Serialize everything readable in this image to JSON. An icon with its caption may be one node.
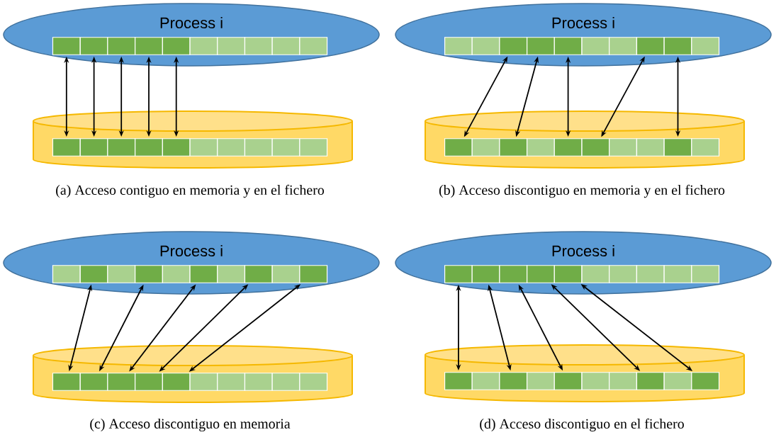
{
  "diagram": {
    "nodes": [
      {
        "text": [
          "Process i"
        ]
      },
      {
        "text": [],
        "shape": "box",
        "in": 0
      },
      {
        "text": [],
        "shape": "box",
        "in": 0
      },
      {
        "text": [],
        "shape": "box",
        "in": 0
      },
      {
        "text": [],
        "shape": "box",
        "in": 0
      },
      {
        "text": [],
        "shape": "box",
        "in": 0
      },
      {
        "text": [],
        "shape": "box",
        "in": 0
      },
      {
        "text": [],
        "shape": "box",
        "in": 0
      },
      {
        "text": [],
        "shape": "box",
        "in": 0
      },
      {
        "text": [],
        "shape": "box",
        "in": 0
      },
      {
        "text": [],
        "shape": "box",
        "in": 0
      },
      {
        "text": [],
        "shape": "cylinder"
      },
      {
        "text": [],
        "shape": "box",
        "in": 11
      },
      {
        "text": [],
        "shape": "box",
        "in": 11
      },
      {
        "text": [],
        "shape": "box",
        "in": 11
      },
      {
        "text": [],
        "shape": "box",
        "in": 11
      },
      {
        "text": [],
        "shape": "box",
        "in": 11
      },
      {
        "text": [],
        "shape": "box",
        "in": 11
      },
      {
        "text": [],
        "shape": "box",
        "in": 11
      },
      {
        "text": [],
        "shape": "box",
        "in": 11
      },
      {
        "text": [],
        "shape": "box",
        "in": 11
      },
      {
        "text": [],
        "shape": "box",
        "in": 11
      },
      {
        "text": [
          "Process i"
        ]
      },
      {
        "text": [],
        "shape": "box",
        "in": 22
      },
      {
        "text": [],
        "shape": "box",
        "in": 22
      },
      {
        "text": [],
        "shape": "box",
        "in": 22
      },
      {
        "text": [],
        "shape": "box",
        "in": 22
      },
      {
        "text": [],
        "shape": "box",
        "in": 22
      },
      {
        "text": [],
        "shape": "box",
        "in": 22
      },
      {
        "text": [],
        "shape": "box",
        "in": 22
      },
      {
        "text": [],
        "shape": "box",
        "in": 22
      },
      {
        "text": [],
        "shape": "box",
        "in": 22
      },
      {
        "text": [],
        "shape": "box",
        "in": 22
      },
      {
        "text": [],
        "shape": "cylinder"
      },
      {
        "text": [],
        "shape": "box",
        "in": 33
      },
      {
        "text": [],
        "shape": "box",
        "in": 33
      },
      {
        "text": [],
        "shape": "box",
        "in": 33
      },
      {
        "text": [],
        "shape": "box",
        "in": 33
      },
      {
        "text": [],
        "shape": "box",
        "in": 33
      },
      {
        "text": [],
        "shape": "box",
        "in": 33
      },
      {
        "text": [],
        "shape": "box",
        "in": 33
      },
      {
        "text": [],
        "shape": "box",
        "in": 33
      },
      {
        "text": [],
        "shape": "box",
        "in": 33
      },
      {
        "text": [],
        "shape": "box",
        "in": 33
      },
      {
        "text": [
          "Process i"
        ]
      },
      {
        "text": [],
        "shape": "box",
        "in": 44
      },
      {
        "text": [],
        "shape": "box",
        "in": 44
      },
      {
        "text": [],
        "shape": "box",
        "in": 44
      },
      {
        "text": [],
        "shape": "box",
        "in": 44
      },
      {
        "text": [],
        "shape": "box",
        "in": 44
      },
      {
        "text": [],
        "shape": "box",
        "in": 44
      },
      {
        "text": [],
        "shape": "box",
        "in": 44
      },
      {
        "text": [],
        "shape": "box",
        "in": 44
      },
      {
        "text": [],
        "shape": "box",
        "in": 44
      },
      {
        "text": [],
        "shape": "box",
        "in": 44
      },
      {
        "text": [],
        "shape": "cylinder"
      },
      {
        "text": [],
        "shape": "box",
        "in": 55
      },
      {
        "text": [],
        "shape": "box",
        "in": 55
      },
      {
        "text": [],
        "shape": "box",
        "in": 55
      },
      {
        "text": [],
        "shape": "box",
        "in": 55
      },
      {
        "text": [],
        "shape": "box",
        "in": 55
      },
      {
        "text": [],
        "shape": "box",
        "in": 55
      },
      {
        "text": [],
        "shape": "box",
        "in": 55
      },
      {
        "text": [],
        "shape": "box",
        "in": 55
      },
      {
        "text": [],
        "shape": "box",
        "in": 55
      },
      {
        "text": [],
        "shape": "box",
        "in": 55
      },
      {
        "text": [
          "Process i"
        ]
      },
      {
        "text": [],
        "shape": "box",
        "in": 66
      },
      {
        "text": [],
        "shape": "box",
        "in": 66
      },
      {
        "text": [],
        "shape": "box",
        "in": 66
      },
      {
        "text": [],
        "shape": "box",
        "in": 66
      },
      {
        "text": [],
        "shape": "box",
        "in": 66
      },
      {
        "text": [],
        "shape": "box",
        "in": 66
      },
      {
        "text": [],
        "shape": "box",
        "in": 66
      },
      {
        "text": [],
        "shape": "box",
        "in": 66
      },
      {
        "text": [],
        "shape": "box",
        "in": 66
      },
      {
        "text": [],
        "shape": "box",
        "in": 66
      },
      {
        "text": [],
        "shape": "cylinder"
      },
      {
        "text": [],
        "shape": "box",
        "in": 77
      },
      {
        "text": [],
        "shape": "box",
        "in": 77
      },
      {
        "text": [],
        "shape": "box",
        "in": 77
      },
      {
        "text": [],
        "shape": "box",
        "in": 77
      },
      {
        "text": [],
        "shape": "box",
        "in": 77
      },
      {
        "text": [],
        "shape": "box",
        "in": 77
      },
      {
        "text": [],
        "shape": "box",
        "in": 77
      },
      {
        "text": [],
        "shape": "box",
        "in": 77
      },
      {
        "text": [],
        "shape": "box",
        "in": 77
      },
      {
        "text": [],
        "shape": "box",
        "in": 77
      }
    ],
    "edges": [
      {
        "from": 1,
        "to": 12,
        "arrow": "both"
      },
      {
        "from": 2,
        "to": 13,
        "arrow": "both"
      },
      {
        "from": 3,
        "to": 14,
        "arrow": "both"
      },
      {
        "from": 4,
        "to": 15,
        "arrow": "both"
      },
      {
        "from": 5,
        "to": 16,
        "arrow": "both"
      },
      {
        "from": 25,
        "to": 34,
        "arrow": "both"
      },
      {
        "from": 26,
        "to": 36,
        "arrow": "both"
      },
      {
        "from": 27,
        "to": 38,
        "arrow": "both"
      },
      {
        "from": 30,
        "to": 39,
        "arrow": "both"
      },
      {
        "from": 31,
        "to": 42,
        "arrow": "both"
      },
      {
        "from": 46,
        "to": 56,
        "arrow": "both"
      },
      {
        "from": 48,
        "to": 57,
        "arrow": "both"
      },
      {
        "from": 50,
        "to": 58,
        "arrow": "both"
      },
      {
        "from": 52,
        "to": 59,
        "arrow": "both"
      },
      {
        "from": 54,
        "to": 60,
        "arrow": "both"
      },
      {
        "from": 67,
        "to": 78,
        "arrow": "both"
      },
      {
        "from": 68,
        "to": 80,
        "arrow": "both"
      },
      {
        "from": 69,
        "to": 82,
        "arrow": "both"
      },
      {
        "from": 70,
        "to": 85,
        "arrow": "both"
      },
      {
        "from": 71,
        "to": 87,
        "arrow": "both"
      }
    ],
    "labels": [
      "(a) Acceso contiguo en memoria y en el fichero",
      "(b) Acceso discontiguo en memoria y en el fichero",
      "(c) Acceso discontiguo en memoria",
      "(d) Acceso discontiguo en el fichero"
    ]
  }
}
